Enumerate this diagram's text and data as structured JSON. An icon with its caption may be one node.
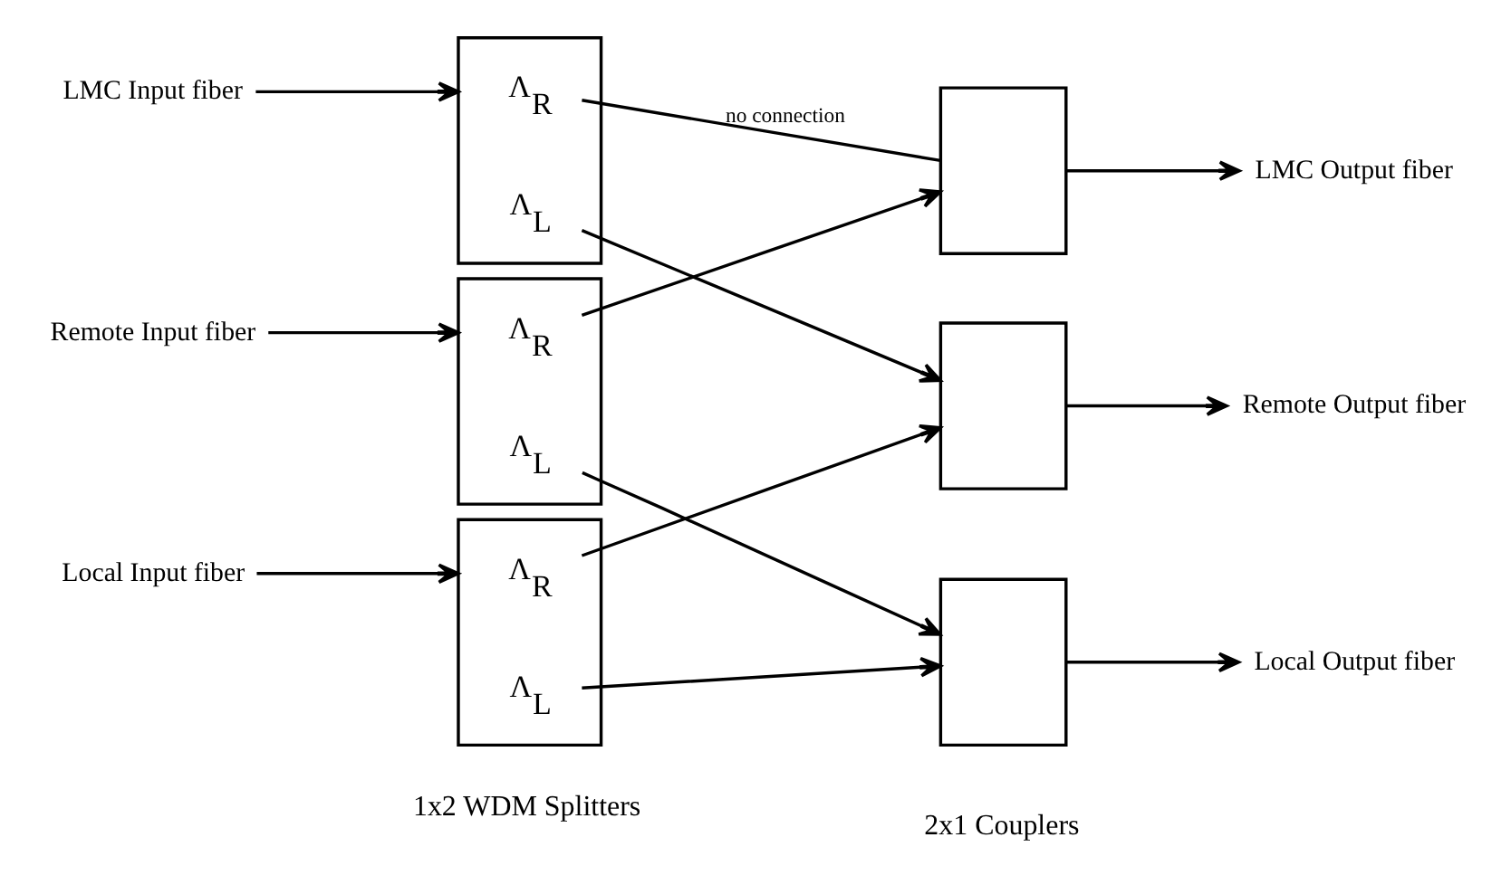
{
  "diagram": {
    "nodes": [
      {
        "text": [
          "LMC Input fiber"
        ]
      },
      {
        "text": [
          "Remote Input fiber"
        ]
      },
      {
        "text": [
          "Local Input fiber"
        ]
      },
      {
        "text": [],
        "shape": "box"
      },
      {
        "text": [
          "Λ$_{R}$"
        ],
        "in": 3
      },
      {
        "text": [
          "Λ$_{L}$"
        ],
        "in": 3
      },
      {
        "text": [],
        "shape": "box"
      },
      {
        "text": [
          "Λ$_{R}$"
        ],
        "in": 6
      },
      {
        "text": [
          "Λ$_{L}$"
        ],
        "in": 6
      },
      {
        "text": [],
        "shape": "box"
      },
      {
        "text": [
          "Λ$_{R}$"
        ],
        "in": 9
      },
      {
        "text": [
          "Λ$_{L}$"
        ],
        "in": 9
      },
      {
        "text": [],
        "shape": "box"
      },
      {
        "text": [],
        "shape": "box"
      },
      {
        "text": [],
        "shape": "box"
      },
      {
        "text": [
          "LMC Output fiber"
        ]
      },
      {
        "text": [
          "Remote Output fiber"
        ]
      },
      {
        "text": [
          "Local Output fiber"
        ]
      }
    ],
    "edges": [
      {
        "from": 0,
        "to": 3,
        "arrow": "to"
      },
      {
        "from": 1,
        "to": 6,
        "arrow": "to"
      },
      {
        "from": 2,
        "to": 9,
        "arrow": "to"
      },
      {
        "from": 4,
        "to": 12,
        "arrow": "none",
        "label": "no connection"
      },
      {
        "from": 5,
        "to": 13,
        "arrow": "to"
      },
      {
        "from": 7,
        "to": 12,
        "arrow": "to"
      },
      {
        "from": 8,
        "to": 14,
        "arrow": "to"
      },
      {
        "from": 10,
        "to": 13,
        "arrow": "to"
      },
      {
        "from": 11,
        "to": 14,
        "arrow": "to"
      },
      {
        "from": 12,
        "to": 15,
        "arrow": "to"
      },
      {
        "from": 13,
        "to": 16,
        "arrow": "to"
      },
      {
        "from": 14,
        "to": 17,
        "arrow": "to"
      }
    ],
    "labels": [
      "1x2 WDM Splitters",
      "2x1 Couplers"
    ]
  }
}
